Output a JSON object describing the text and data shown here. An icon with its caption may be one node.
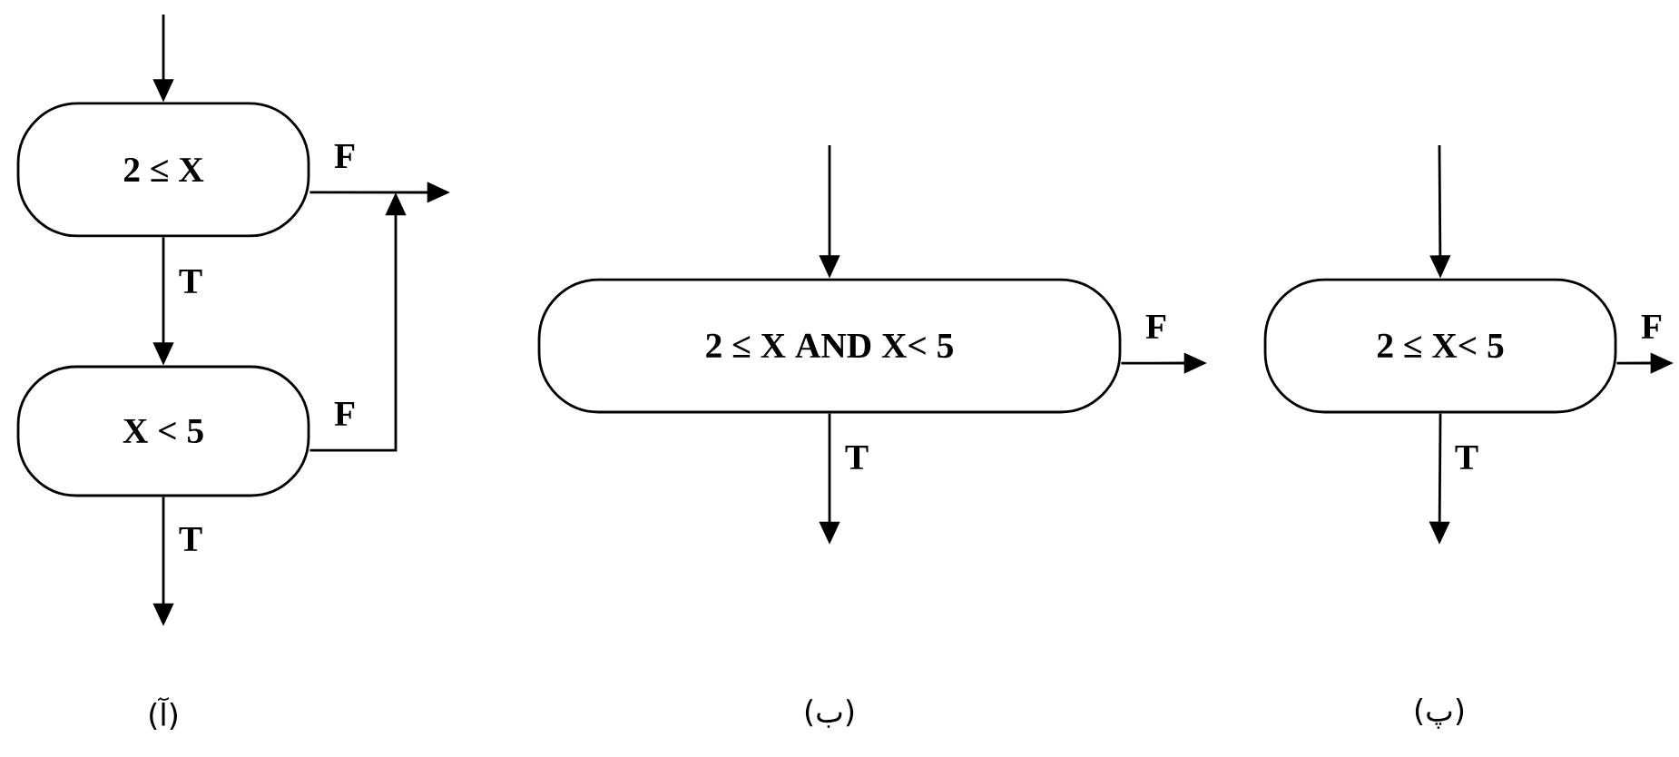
{
  "diagram": {
    "nodes": [
      {
        "text": [
          "2 ≤ X"
        ]
      },
      {
        "text": [
          "X < 5"
        ]
      },
      {
        "text": [
          "2 ≤ X  AND  X< 5"
        ]
      },
      {
        "text": [
          "2 ≤ X< 5"
        ]
      }
    ],
    "edges": [
      {
        "from": null,
        "to": 0,
        "arrow": "to"
      },
      {
        "from": 0,
        "to": 1,
        "arrow": "to",
        "label": "T"
      },
      {
        "from": 0,
        "to": null,
        "arrow": "to",
        "label": "F"
      },
      {
        "from": 1,
        "to": null,
        "arrow": "to",
        "label": "F"
      },
      {
        "from": 1,
        "to": null,
        "arrow": "to",
        "label": "T"
      },
      {
        "from": null,
        "to": 2,
        "arrow": "to"
      },
      {
        "from": 2,
        "to": null,
        "arrow": "to",
        "label": "T"
      },
      {
        "from": 2,
        "to": null,
        "arrow": "to",
        "label": "F"
      },
      {
        "from": null,
        "to": 3,
        "arrow": "to"
      },
      {
        "from": 3,
        "to": null,
        "arrow": "to",
        "label": "T"
      },
      {
        "from": 3,
        "to": null,
        "arrow": "to",
        "label": "F"
      }
    ],
    "labels": [
      "(آ)",
      "(ب)",
      "(پ)"
    ]
  }
}
